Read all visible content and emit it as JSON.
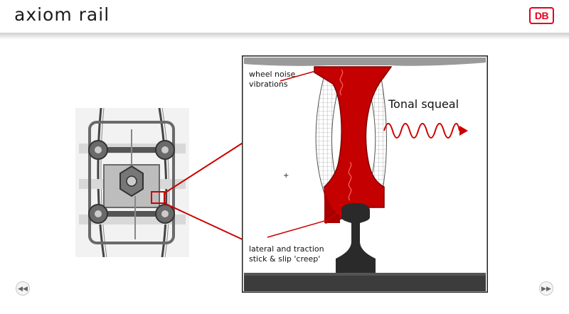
{
  "header": {
    "brand": "axiom rail",
    "logo_text": "DB"
  },
  "diagram": {
    "label_wheel_noise_line1": "wheel noise",
    "label_wheel_noise_line2": "vibrations",
    "label_tonal": "Tonal squeal",
    "label_creep_line1": "lateral and traction",
    "label_creep_line2": "stick & slip 'creep'",
    "accent": "#cc0000"
  },
  "nav": {
    "prev_icon": "rewind-icon",
    "next_icon": "fast-forward-icon",
    "prev_glyph": "◀◀",
    "next_glyph": "▶▶"
  }
}
